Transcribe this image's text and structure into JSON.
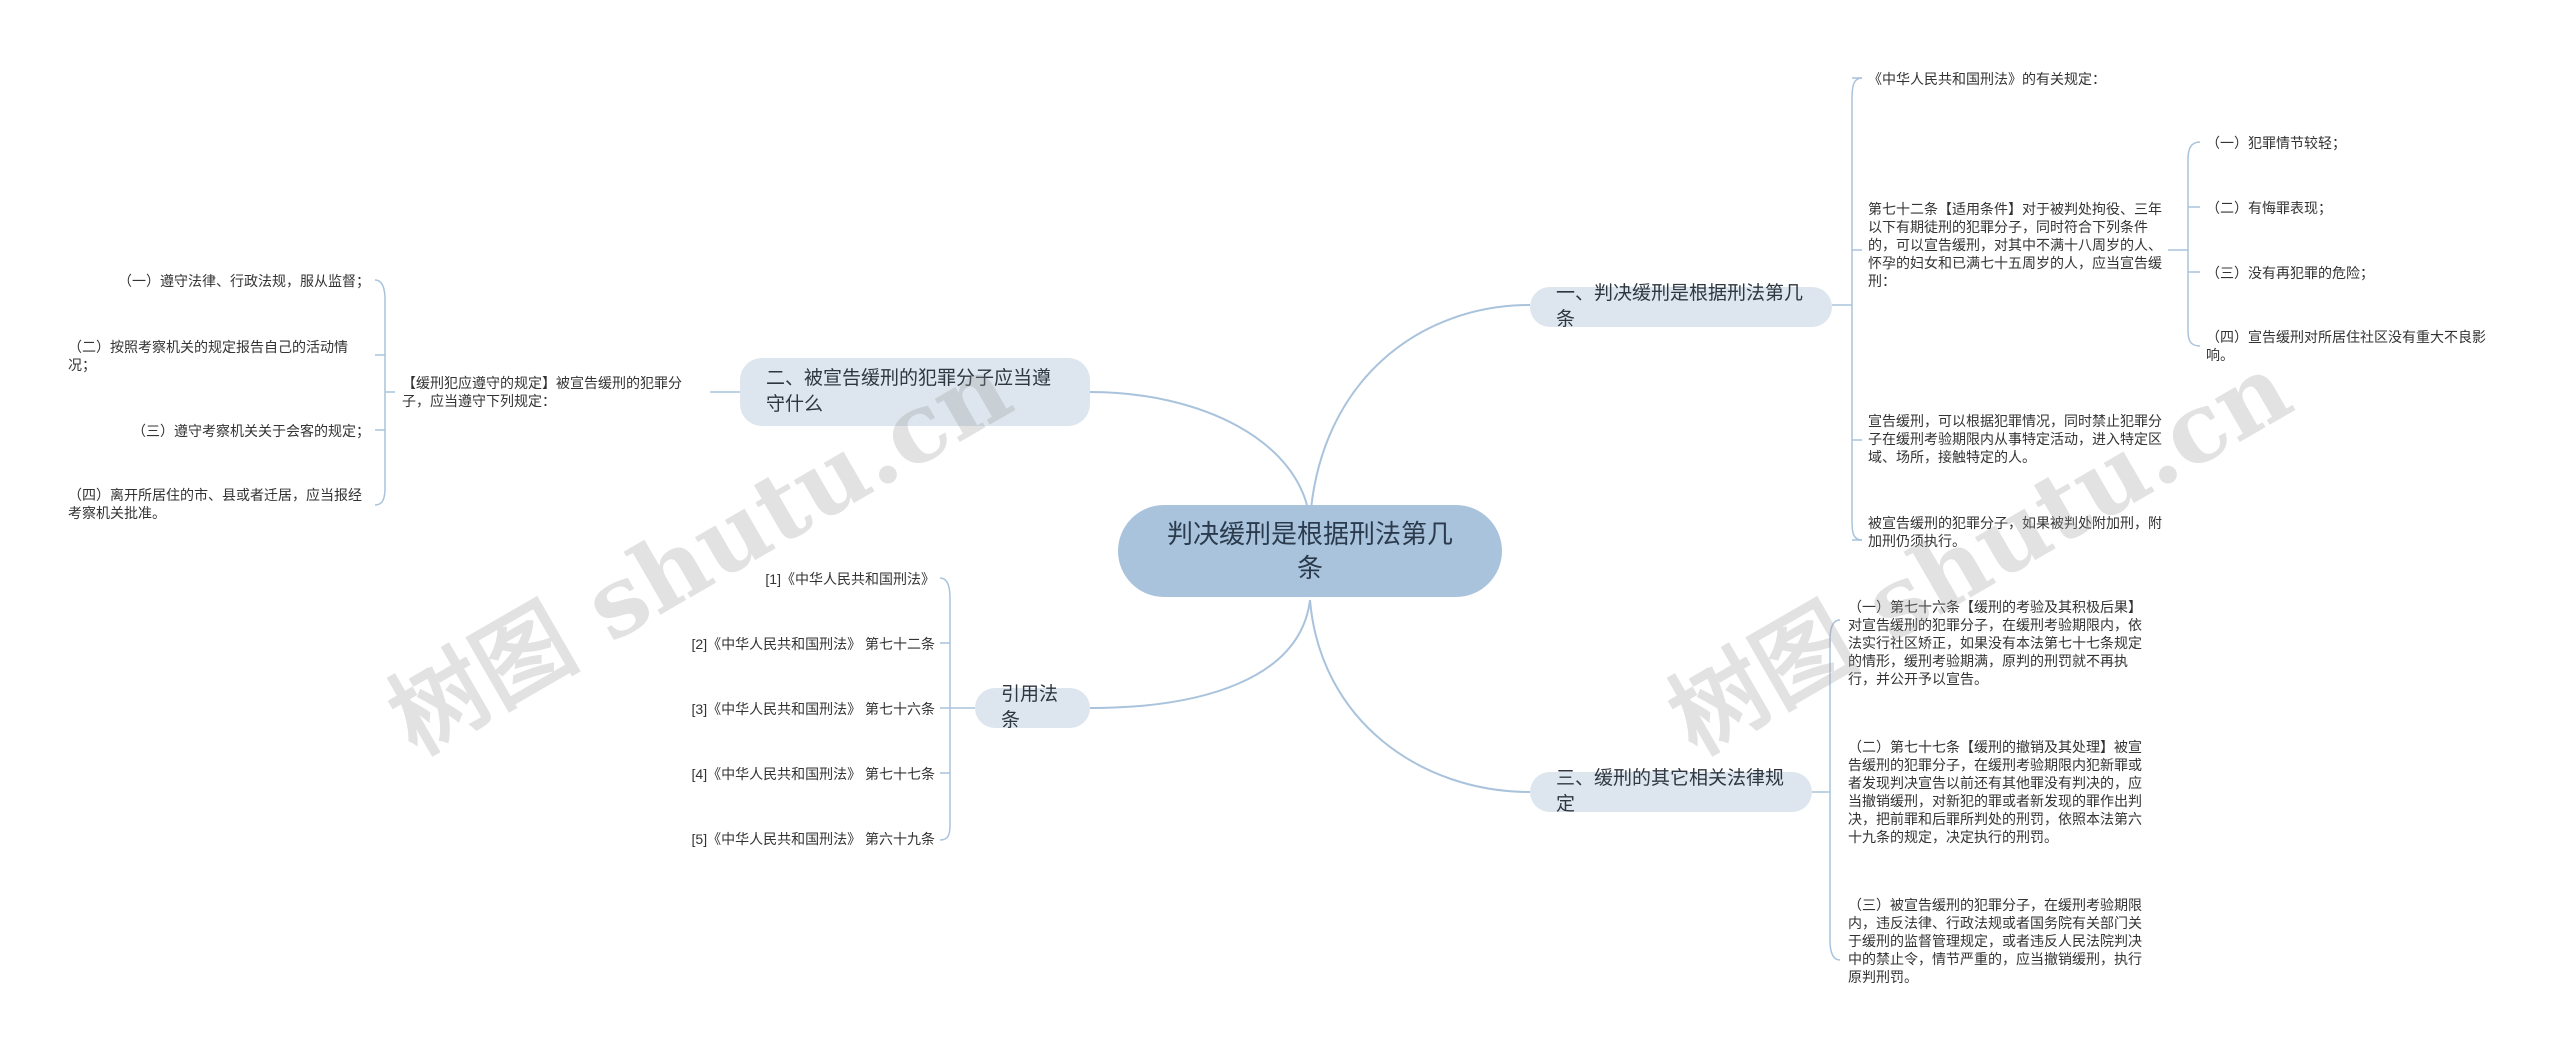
{
  "root": {
    "label": "判决缓刑是根据刑法第几条"
  },
  "branches": {
    "b1": {
      "label": "一、判决缓刑是根据刑法第几条",
      "items": [
        "《中华人民共和国刑法》的有关规定：",
        "第七十二条【适用条件】对于被判处拘役、三年以下有期徒刑的犯罪分子，同时符合下列条件的，可以宣告缓刑，对其中不满十八周岁的人、怀孕的妇女和已满七十五周岁的人，应当宣告缓刑：",
        "宣告缓刑，可以根据犯罪情况，同时禁止犯罪分子在缓刑考验期限内从事特定活动，进入特定区域、场所，接触特定的人。",
        "被宣告缓刑的犯罪分子，如果被判处附加刑，附加刑仍须执行。"
      ],
      "sub_items": [
        "（一）犯罪情节较轻；",
        "（二）有悔罪表现；",
        "（三）没有再犯罪的危险；",
        "（四）宣告缓刑对所居住社区没有重大不良影响。"
      ]
    },
    "b2": {
      "label": "二、被宣告缓刑的犯罪分子应当遵守什么",
      "item": "【缓刑犯应遵守的规定】被宣告缓刑的犯罪分子，应当遵守下列规定：",
      "sub_items": [
        "（一）遵守法律、行政法规，服从监督；",
        "（二）按照考察机关的规定报告自己的活动情况；",
        "（三）遵守考察机关关于会客的规定；",
        "（四）离开所居住的市、县或者迁居，应当报经考察机关批准。"
      ]
    },
    "b3": {
      "label": "三、缓刑的其它相关法律规定",
      "items": [
        "（一）第七十六条【缓刑的考验及其积极后果】对宣告缓刑的犯罪分子，在缓刑考验期限内，依法实行社区矫正，如果没有本法第七十七条规定的情形，缓刑考验期满，原判的刑罚就不再执行，并公开予以宣告。",
        "（二）第七十七条【缓刑的撤销及其处理】被宣告缓刑的犯罪分子，在缓刑考验期限内犯新罪或者发现判决宣告以前还有其他罪没有判决的，应当撤销缓刑，对新犯的罪或者新发现的罪作出判决，把前罪和后罪所判处的刑罚，依照本法第六十九条的规定，决定执行的刑罚。",
        "（三）被宣告缓刑的犯罪分子，在缓刑考验期限内，违反法律、行政法规或者国务院有关部门关于缓刑的监督管理规定，或者违反人民法院判决中的禁止令，情节严重的，应当撤销缓刑，执行原判刑罚。"
      ]
    },
    "b4": {
      "label": "引用法条",
      "items": [
        "[1]《中华人民共和国刑法》",
        "[2]《中华人民共和国刑法》 第七十二条",
        "[3]《中华人民共和国刑法》 第七十六条",
        "[4]《中华人民共和国刑法》 第七十七条",
        "[5]《中华人民共和国刑法》 第六十九条"
      ]
    }
  },
  "watermarks": [
    "树图 shutu.cn",
    "树图 shutu.cn"
  ],
  "colors": {
    "line": "#a9c3dc",
    "root_fill": "#a9c3dc",
    "branch_fill": "#dde6ee"
  }
}
